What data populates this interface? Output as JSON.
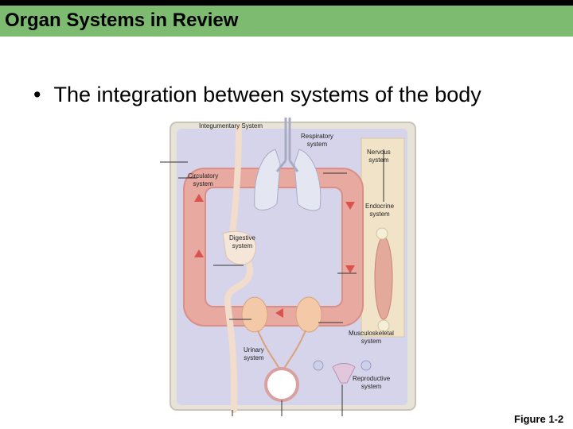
{
  "header": {
    "title": "Organ Systems in Review"
  },
  "bullet": {
    "text": "The integration between systems of the body"
  },
  "diagram": {
    "labels": {
      "integumentary": "Integumentary System",
      "respiratory": "Respiratory\nsystem",
      "nervous": "Nervous\nsystem",
      "circulatory": "Circulatory\nsystem",
      "endocrine": "Endocrine\nsystem",
      "digestive": "Digestive\nsystem",
      "musculoskeletal": "Musculoskeletal\nsystem",
      "urinary": "Urinary\nsystem",
      "reproductive": "Reproductive\nsystem"
    }
  },
  "footer": {
    "figure": "Figure 1-2"
  },
  "colors": {
    "header_bar": "#7dbb70",
    "body_fill": "#d6d4ea",
    "circulation": "#e8a9a0",
    "endocrine_panel": "#f1e3c8"
  }
}
